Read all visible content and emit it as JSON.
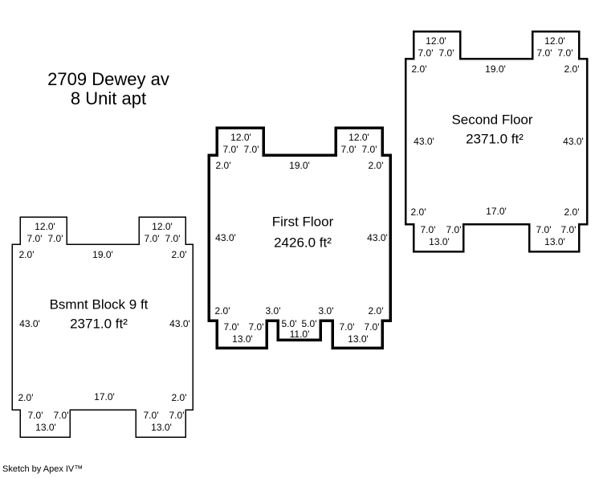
{
  "colors": {
    "background": "#ffffff",
    "line": "#000000",
    "text": "#000000"
  },
  "title": {
    "line1": "2709 Dewey av",
    "line2": "8 Unit apt"
  },
  "footer": {
    "credit": "Sketch by Apex IV™"
  },
  "floors": [
    {
      "name": "Bsmnt Block 9 ft",
      "area": "2371.0 ft²",
      "dims": {
        "top_left_tab_width": "12.0'",
        "top_left_tab_left": "7.0'",
        "top_left_tab_right": "7.0'",
        "top_right_tab_width": "12.0'",
        "top_right_tab_left": "7.0'",
        "top_right_tab_right": "7.0'",
        "top_left_offset": "2.0'",
        "top_middle": "19.0'",
        "top_right_offset": "2.0'",
        "left_side": "43.0'",
        "right_side": "43.0'",
        "bottom_left_offset": "2.0'",
        "bottom_middle": "17.0'",
        "bottom_right_offset": "2.0'",
        "bottom_left_tab_left": "7.0'",
        "bottom_left_tab_right": "7.0'",
        "bottom_left_tab_width": "13.0'",
        "bottom_right_tab_left": "7.0'",
        "bottom_right_tab_right": "7.0'",
        "bottom_right_tab_width": "13.0'"
      }
    },
    {
      "name": "First Floor",
      "area": "2426.0 ft²",
      "dims": {
        "top_left_tab_width": "12.0'",
        "top_left_tab_left": "7.0'",
        "top_left_tab_right": "7.0'",
        "top_right_tab_width": "12.0'",
        "top_right_tab_left": "7.0'",
        "top_right_tab_right": "7.0'",
        "top_left_offset": "2.0'",
        "top_middle": "19.0'",
        "top_right_offset": "2.0'",
        "left_side": "43.0'",
        "right_side": "43.0'",
        "bottom_left_offset": "2.0'",
        "bottom_left_segment": "3.0'",
        "bottom_right_segment": "3.0'",
        "bottom_right_offset": "2.0'",
        "bottom_left_tab_left": "7.0'",
        "bottom_left_tab_right": "7.0'",
        "bottom_left_tab_width": "13.0'",
        "bottom_middle_tab_left": "5.0'",
        "bottom_middle_tab_right": "5.0'",
        "bottom_middle_tab_width": "11.0'",
        "bottom_right_tab_left": "7.0'",
        "bottom_right_tab_right": "7.0'",
        "bottom_right_tab_width": "13.0'"
      }
    },
    {
      "name": "Second Floor",
      "area": "2371.0 ft²",
      "dims": {
        "top_left_tab_width": "12.0'",
        "top_left_tab_left": "7.0'",
        "top_left_tab_right": "7.0'",
        "top_right_tab_width": "12.0'",
        "top_right_tab_left": "7.0'",
        "top_right_tab_right": "7.0'",
        "top_left_offset": "2.0'",
        "top_middle": "19.0'",
        "top_right_offset": "2.0'",
        "left_side": "43.0'",
        "right_side": "43.0'",
        "bottom_left_offset": "2.0'",
        "bottom_middle": "17.0'",
        "bottom_right_offset": "2.0'",
        "bottom_left_tab_left": "7.0'",
        "bottom_left_tab_right": "7.0'",
        "bottom_left_tab_width": "13.0'",
        "bottom_right_tab_left": "7.0'",
        "bottom_right_tab_right": "7.0'",
        "bottom_right_tab_width": "13.0'"
      }
    }
  ]
}
